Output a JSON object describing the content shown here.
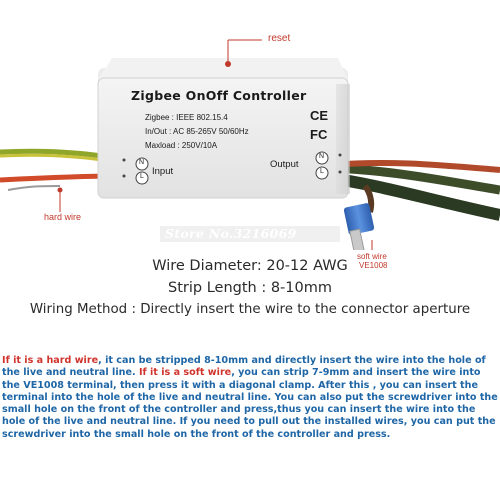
{
  "callouts": {
    "reset": "reset",
    "hard_wire": "hard wire",
    "soft_wire": "soft wire",
    "ve1008": "VE1008"
  },
  "device": {
    "title": "Zigbee OnOff Controller",
    "spec_line_1": "Zigbee : IEEE 802.15.4",
    "spec_line_2": "In/Out : AC 85-265V 50/60Hz",
    "spec_line_3": "Maxload : 250V/10A",
    "ce_mark": "CE",
    "fc_mark": "FC",
    "input_label": "Input",
    "output_label": "Output",
    "terminal_n": "N",
    "terminal_l": "L"
  },
  "watermark": "Store No.3216069",
  "specs": {
    "diameter": "Wire Diameter: 20-12 AWG",
    "strip": "Strip Length : 8-10mm",
    "method": "Wiring Method : Directly insert the wire to the connector aperture"
  },
  "instructions": {
    "hard_label": "If it is a hard wire",
    "hard_text": ", it can be stripped 8-10mm and directly insert the wire into the hole of the live and neutral line. ",
    "soft_label": "If it is a soft wire",
    "soft_text": ", you can strip 7-9mm and insert the wire into the VE1008 terminal, then press it with a diagonal clamp. After this , you can insert the terminal into the hole of the live and neutral line. You can also put the screwdriver into the small hole on the front of the controller and press,thus you can insert the wire into the hole of the live and neutral line. If you need to pull out the installed wires, you can put the screwdriver into the small hole on the front of the controller and press."
  },
  "colors": {
    "callout_red": "#c0392b",
    "text_blue": "#1e66a6",
    "highlight_red": "#d0342c",
    "wire_red": "#d14a2a",
    "wire_green_yellow": "#9fb32a",
    "ferrule_blue": "#3a73c9"
  }
}
